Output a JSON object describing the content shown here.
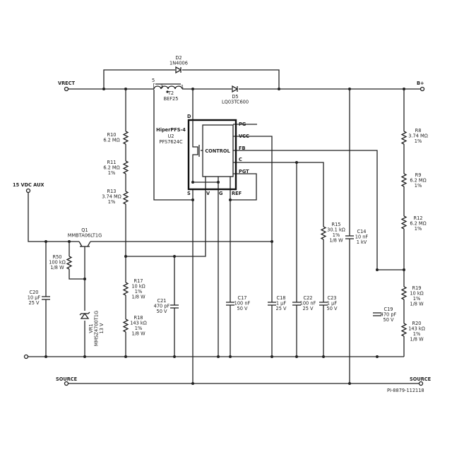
{
  "terminals": {
    "vrect": "VRECT",
    "bplus": "B+",
    "aux": "15 VDC AUX",
    "source_left": "SOURCE",
    "source_right": "SOURCE"
  },
  "ic": {
    "family": "HiperPFS-4",
    "ref": "U2",
    "part": "PFS7624C",
    "block": "CONTROL",
    "pins": {
      "D": "D",
      "PG": "PG",
      "VCC": "VCC",
      "FB": "FB",
      "C": "C",
      "PGT": "PGT",
      "S": "S",
      "V": "V",
      "G": "G",
      "REF": "REF"
    }
  },
  "transformer": {
    "ref": "T2",
    "part": "BEF25",
    "pin5": "5",
    "pin3": "3",
    "pin1": "1"
  },
  "components": {
    "D2": [
      "D2",
      "1N4006"
    ],
    "D5": [
      "D5",
      "LQ03TC600"
    ],
    "Q1": [
      "Q1",
      "MMBTA06LT1G"
    ],
    "VR1": [
      "VR1",
      "MMSZ4700T1G",
      "13 V"
    ],
    "R10": [
      "R10",
      "6.2 MΩ"
    ],
    "R11": [
      "R11",
      "6.2 MΩ",
      "1%"
    ],
    "R13": [
      "R13",
      "3.74 MΩ",
      "1%"
    ],
    "R50": [
      "R50",
      "100 kΩ",
      "1/8 W"
    ],
    "R17": [
      "R17",
      "10 kΩ",
      "1%",
      "1/8 W"
    ],
    "R18": [
      "R18",
      "143 kΩ",
      "1%",
      "1/8 W"
    ],
    "R15": [
      "R15",
      "30.1 kΩ",
      "1%",
      "1/8 W"
    ],
    "R8": [
      "R8",
      "3.74 MΩ",
      "1%"
    ],
    "R9": [
      "R9",
      "6.2 MΩ",
      "1%"
    ],
    "R12": [
      "R12",
      "6.2 MΩ",
      "1%"
    ],
    "R19": [
      "R19",
      "10 kΩ",
      "1%",
      "1/8 W"
    ],
    "R20": [
      "R20",
      "143 kΩ",
      "1%",
      "1/8 W"
    ],
    "C20": [
      "C20",
      "10 µF",
      "25 V"
    ],
    "C21": [
      "C21",
      "470 pF",
      "50 V"
    ],
    "C17": [
      "C17",
      "100 nF",
      "50 V"
    ],
    "C18": [
      "C18",
      "1 µF",
      "25 V"
    ],
    "C22": [
      "C22",
      "100 nF",
      "25 V"
    ],
    "C23": [
      "C23",
      "1 µF",
      "50 V"
    ],
    "C14": [
      "C14",
      "10 nF",
      "1 kV"
    ],
    "C19": [
      "C19",
      "470 pF",
      "50 V"
    ]
  },
  "drawing_id": "PI-8879-112118"
}
